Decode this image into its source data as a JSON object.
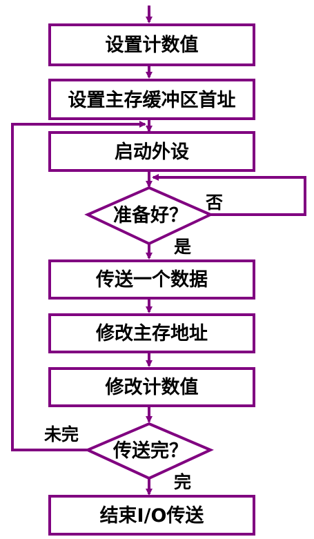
{
  "colors": {
    "stroke": "#800080",
    "text": "#000000",
    "background": "#ffffff"
  },
  "nodes": {
    "set_count": "设置计数值",
    "set_buffer": "设置主存缓冲区首址",
    "start_device": "启动外设",
    "ready_q": "准备好？",
    "transfer_one": "传送一个数据",
    "modify_addr": "修改主存地址",
    "modify_count": "修改计数值",
    "done_q": "传送完？",
    "end_io": "结束I/O传送"
  },
  "labels": {
    "no": "否",
    "yes": "是",
    "not_done": "未完",
    "done": "完"
  }
}
